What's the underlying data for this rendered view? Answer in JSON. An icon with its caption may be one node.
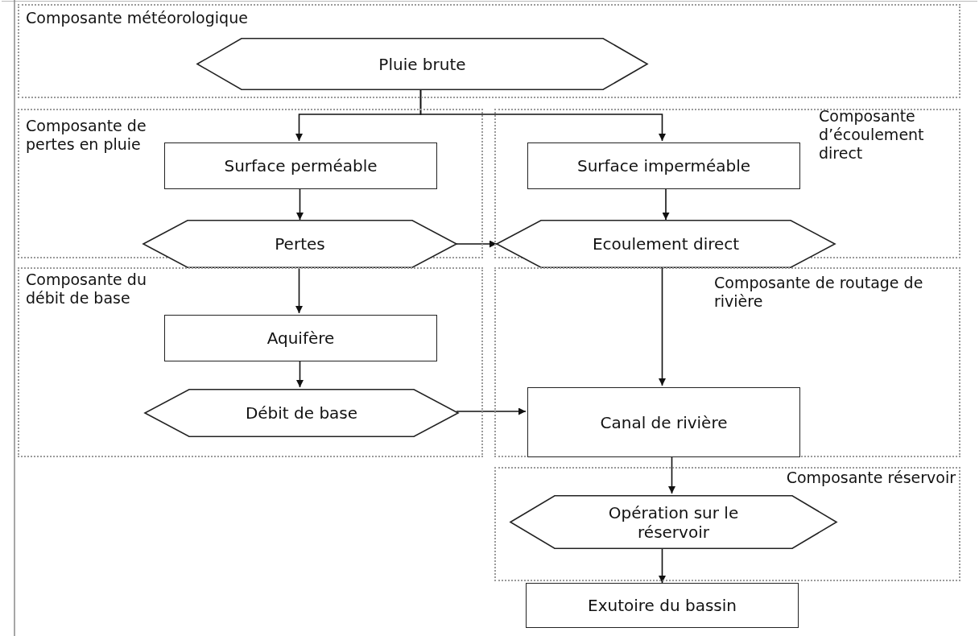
{
  "diagram": {
    "nodes": [
      {
        "text": [
          "Composante météorologique"
        ]
      },
      {
        "text": [
          "Pluie brute"
        ],
        "in": 0
      },
      {
        "text": [
          "Composante de pertes en pluie"
        ]
      },
      {
        "text": [
          "Surface perméable"
        ],
        "in": 2
      },
      {
        "text": [
          "Pertes"
        ]
      },
      {
        "text": [
          "Composante d’écoulement direct"
        ]
      },
      {
        "text": [
          "Surface imperméable"
        ],
        "in": 5
      },
      {
        "text": [
          "Ecoulement direct"
        ]
      },
      {
        "text": [
          "Composante du débit de base"
        ]
      },
      {
        "text": [
          "Aquifère"
        ],
        "in": 8
      },
      {
        "text": [
          "Débit de base"
        ],
        "in": 8
      },
      {
        "text": [
          "Composante de routage de rivière"
        ]
      },
      {
        "text": [
          "Canal de rivière"
        ],
        "in": 11
      },
      {
        "text": [
          "Composante réservoir"
        ]
      },
      {
        "text": [
          "Opération sur le réservoir"
        ],
        "in": 13
      },
      {
        "text": [
          "Exutoire du bassin"
        ]
      }
    ],
    "edges": [
      {
        "from": 1,
        "to": 3,
        "arrow": "to"
      },
      {
        "from": 1,
        "to": 6,
        "arrow": "to"
      },
      {
        "from": 3,
        "to": 4,
        "arrow": "to"
      },
      {
        "from": 6,
        "to": 7,
        "arrow": "to"
      },
      {
        "from": 4,
        "to": 7,
        "arrow": "to"
      },
      {
        "from": 4,
        "to": 9,
        "arrow": "to"
      },
      {
        "from": 9,
        "to": 10,
        "arrow": "to"
      },
      {
        "from": 10,
        "to": 12,
        "arrow": "to"
      },
      {
        "from": 7,
        "to": 12,
        "arrow": "to"
      },
      {
        "from": 12,
        "to": 14,
        "arrow": "to"
      },
      {
        "from": 14,
        "to": 15,
        "arrow": "to"
      }
    ]
  }
}
